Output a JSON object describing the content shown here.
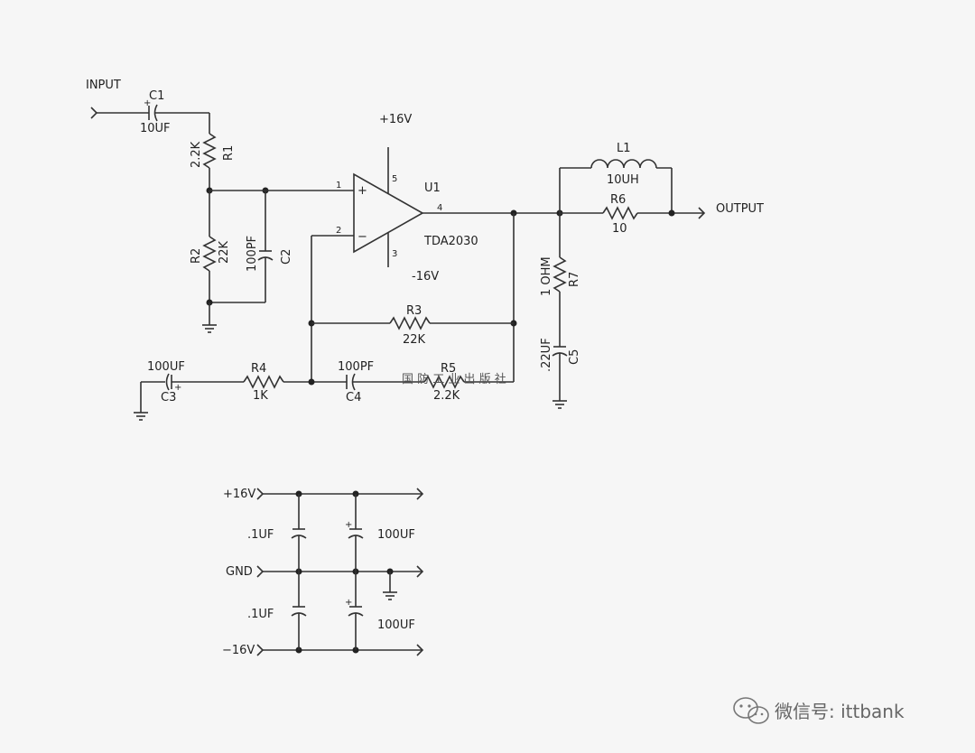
{
  "labels": {
    "input": "INPUT",
    "output": "OUTPUT",
    "c1": "C1",
    "c1_val": "10UF",
    "r1": "R1",
    "r1_val": "2.2K",
    "r2": "R2",
    "r2_val": "22K",
    "c2": "C2",
    "c2_val": "100PF",
    "vplus": "+16V",
    "vminus": "-16V",
    "pin5": "5",
    "pin3": "3",
    "pin1": "1",
    "pin2": "2",
    "pin4": "4",
    "u1": "U1",
    "u1_part": "TDA2030",
    "l1": "L1",
    "l1_val": "10UH",
    "r6": "R6",
    "r6_val": "10",
    "r7": "R7",
    "r7_val": "1 OHM",
    "c5": "C5",
    "c5_val": ".22UF",
    "r3": "R3",
    "r3_val": "22K",
    "c3": "C3",
    "c3_val": "100UF",
    "r4": "R4",
    "r4_val": "1K",
    "c4": "C4",
    "c4_val": "100PF",
    "r5": "R5",
    "r5_val": "2.2K",
    "plus_sign": "+",
    "minus_sign": "−",
    "watermark": "国 防 工 业 出 版 社"
  },
  "supply": {
    "vplus": "+16V",
    "gnd": "GND",
    "vminus": "−16V",
    "cap_top_small": ".1UF",
    "cap_top_large": "100UF",
    "cap_bot_small": ".1UF",
    "cap_bot_large": "100UF"
  },
  "brand": {
    "text": "微信号: ittbank",
    "icon": "wechat-icon"
  }
}
